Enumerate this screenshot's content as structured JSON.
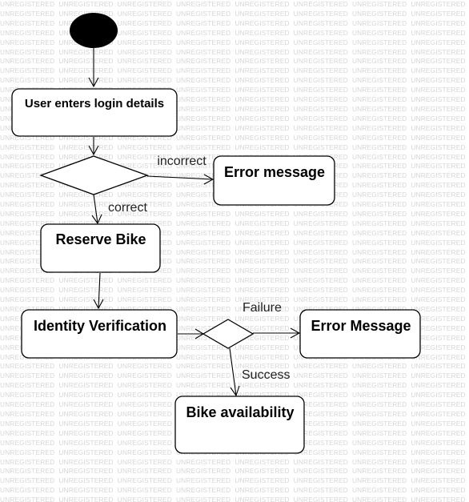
{
  "watermark_text": "UNREGISTERED",
  "nodes": {
    "start": {
      "kind": "initial-node"
    },
    "login": {
      "label": "User enters login details"
    },
    "decision_login": {
      "kind": "decision"
    },
    "error_login": {
      "label": "Error message"
    },
    "reserve": {
      "label": "Reserve Bike"
    },
    "identity": {
      "label": "Identity Verification"
    },
    "decision_identity": {
      "kind": "decision"
    },
    "error_identity": {
      "label": "Error Message"
    },
    "availability": {
      "label": "Bike availability"
    }
  },
  "edges": {
    "incorrect": "incorrect",
    "correct": "correct",
    "failure": "Failure",
    "success": "Success"
  }
}
